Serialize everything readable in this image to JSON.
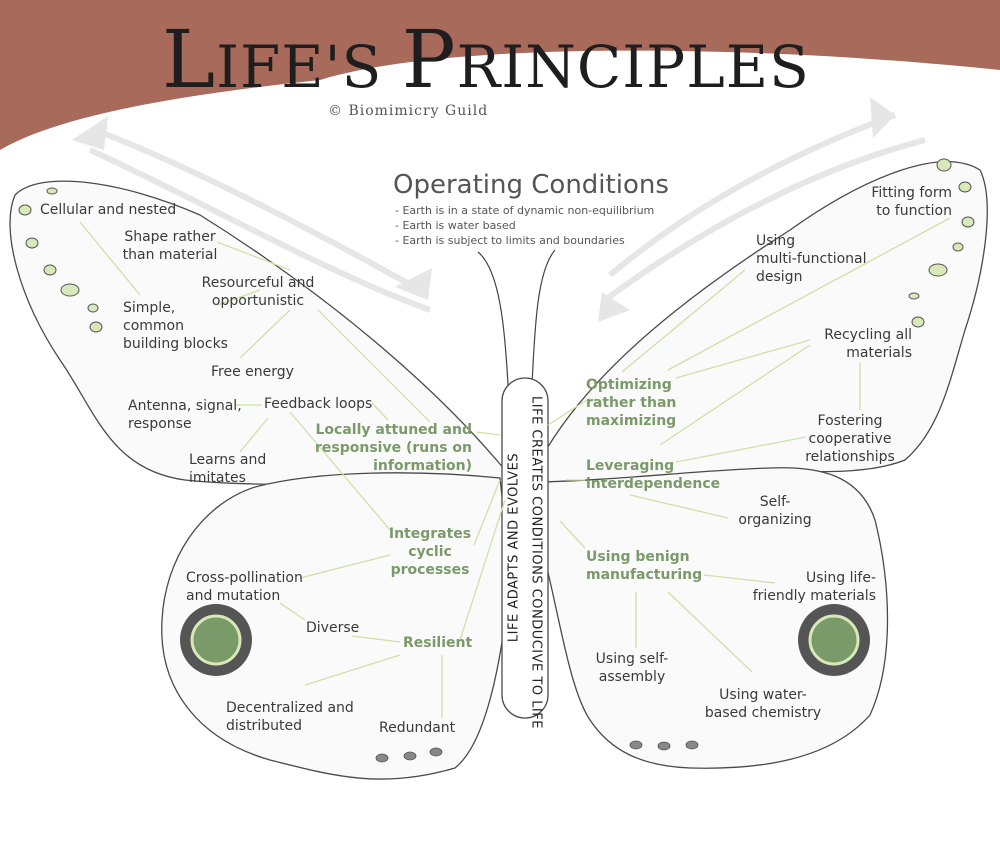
{
  "header": {
    "title_l": "L",
    "title_ifes": "IFE'S ",
    "title_p": "P",
    "title_rinciples": "RINCIPLES",
    "subtitle": "© Biomimicry Guild"
  },
  "operating_conditions": {
    "title": "Operating Conditions",
    "items": [
      "- Earth is in a state of dynamic non-equilibrium",
      "- Earth is water based",
      "- Earth is subject to limits and boundaries"
    ]
  },
  "body_labels": {
    "left": "Life adapts and evolves",
    "right": "Life creates conditions conducive to life"
  },
  "principles": {
    "locally_attuned": [
      "Locally attuned and",
      "responsive (runs on",
      "information)"
    ],
    "integrates_cyclic": [
      "Integrates",
      "cyclic",
      "processes"
    ],
    "resilient": "Resilient",
    "optimizing": [
      "Optimizing",
      "rather than",
      "maximizing"
    ],
    "leveraging": [
      "Leveraging",
      "interdependence"
    ],
    "benign_manufacturing": [
      "Using benign",
      "manufacturing"
    ]
  },
  "sub_principles": {
    "cellular": "Cellular and nested",
    "shape": [
      "Shape rather",
      "than material"
    ],
    "resourceful": [
      "Resourceful and",
      "opportunistic"
    ],
    "simple": [
      "Simple,",
      "common",
      "building blocks"
    ],
    "free_energy": "Free energy",
    "antenna": [
      "Antenna, signal,",
      "response"
    ],
    "feedback": "Feedback loops",
    "learns": [
      "Learns and",
      "imitates"
    ],
    "cross_pollination": [
      "Cross-pollination",
      "and mutation"
    ],
    "diverse": "Diverse",
    "decentralized": [
      "Decentralized and",
      "distributed"
    ],
    "redundant": "Redundant",
    "fitting_form": [
      "Fitting form",
      "to function"
    ],
    "multi_functional": [
      "Using",
      "multi-functional",
      "design"
    ],
    "recycling": [
      "Recycling all",
      "materials"
    ],
    "fostering": [
      "Fostering",
      "cooperative",
      "relationships"
    ],
    "self_organizing": [
      "Self-",
      "organizing"
    ],
    "life_friendly": [
      "Using life-",
      "friendly materials"
    ],
    "self_assembly": [
      "Using self-",
      "assembly"
    ],
    "water_chemistry": [
      "Using water-",
      "based chemistry"
    ]
  },
  "colors": {
    "banner": "#a86a5a",
    "principle_green": "#7a9a6a",
    "spot_green": "#d8e8b8",
    "eyespot_ring": "#555555",
    "eyespot_center": "#7a9a6a"
  }
}
